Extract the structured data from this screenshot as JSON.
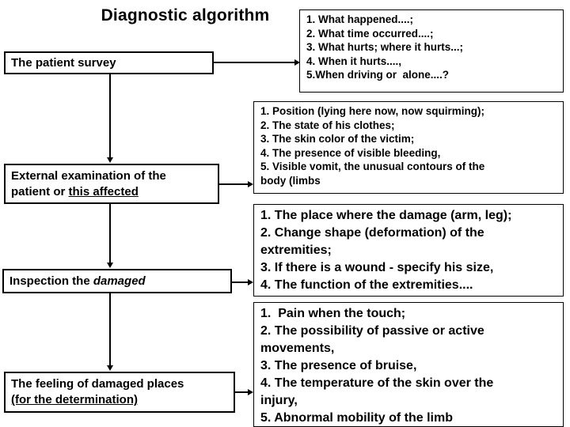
{
  "title": "Diagnostic algorithm",
  "stages": [
    {
      "id": "patient-survey",
      "lines": [
        {
          "text": "The patient survey",
          "style": "plain"
        }
      ]
    },
    {
      "id": "external-examination",
      "lines": [
        {
          "text": "External examination of the",
          "style": "plain"
        },
        {
          "text": "patient or ",
          "style": "plain",
          "tail": "this affected",
          "tail_style": "underline"
        }
      ]
    },
    {
      "id": "inspection-damaged",
      "lines": [
        {
          "text": "Inspection the ",
          "style": "plain",
          "tail": "damaged",
          "tail_style": "italic"
        }
      ]
    },
    {
      "id": "feeling-damaged-places",
      "lines": [
        {
          "text": "The feeling of damaged places",
          "style": "plain"
        },
        {
          "text": "",
          "style": "plain",
          "tail": "(for the determination)",
          "tail_style": "underline"
        }
      ]
    }
  ],
  "details": [
    {
      "id": "survey-questions",
      "lines": [
        "1. What happened....;",
        "2. What time occurred....;",
        "3. What hurts; where it hurts...;",
        "4. When it hurts....,",
        "5.When driving or  alone....?"
      ]
    },
    {
      "id": "external-examination-findings",
      "lines": [
        "1. Position (lying here now, now squirming);",
        "2. The state of his clothes;",
        "3. The skin color of the victim;",
        "4. The presence of visible bleeding,",
        "5. Visible vomit, the unusual contours of the",
        "body (limbs"
      ]
    },
    {
      "id": "inspection-findings",
      "lines": [
        "1. The place where the damage (arm, leg);",
        "2. Change shape (deformation) of the",
        "extremities;",
        "3. If there is a wound - specify his size,",
        "4. The function of the extremities...."
      ]
    },
    {
      "id": "palpation-findings",
      "lines": [
        "1.  Pain when the touch;",
        "2. The possibility of passive or active",
        "movements,",
        "3. The presence of bruise,",
        "4. The temperature of the skin over the",
        "injury,",
        "5. Abnormal mobility of the limb"
      ]
    }
  ],
  "colors": {
    "line": "#000000",
    "background": "#ffffff",
    "text": "#000000"
  }
}
